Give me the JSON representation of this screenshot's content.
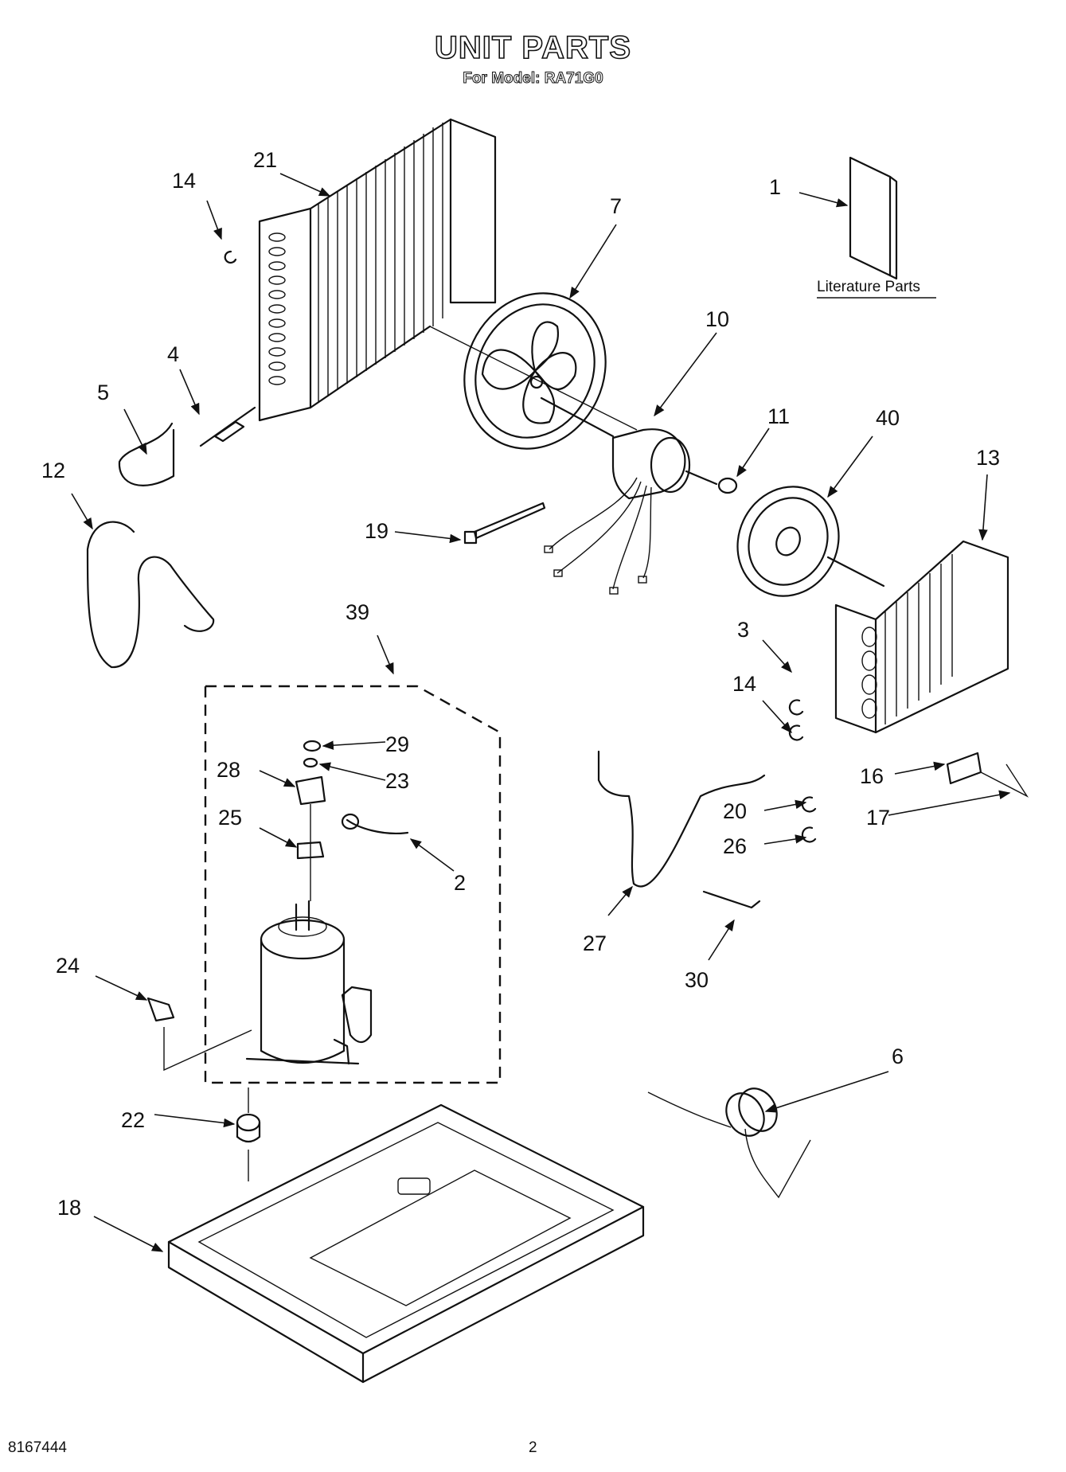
{
  "header": {
    "title": "UNIT PARTS",
    "subtitle": "For Model: RA71G0"
  },
  "literature": {
    "label": "Literature Parts"
  },
  "callouts": [
    "1",
    "2",
    "3",
    "4",
    "5",
    "6",
    "7",
    "10",
    "11",
    "12",
    "13",
    "14",
    "14",
    "16",
    "17",
    "18",
    "19",
    "20",
    "21",
    "22",
    "23",
    "24",
    "25",
    "26",
    "27",
    "28",
    "29",
    "30",
    "39",
    "40"
  ],
  "footer": {
    "doc_number": "8167444",
    "page_number": "2"
  }
}
